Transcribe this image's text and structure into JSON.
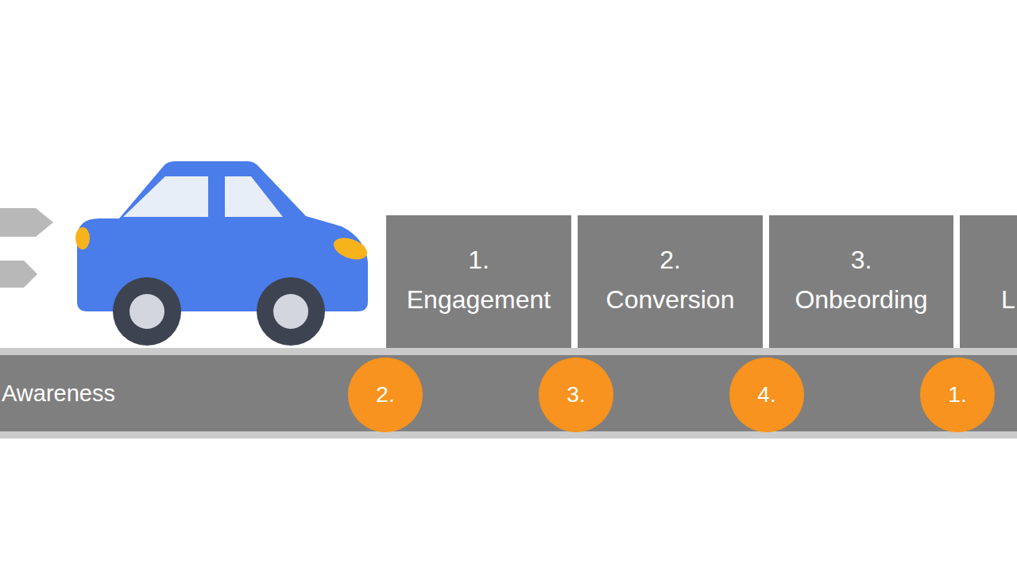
{
  "diagram": {
    "nodes": [
      {
        "text": [
          "1.",
          "Engagement"
        ]
      },
      {
        "text": [
          "2.",
          "Conversion"
        ]
      },
      {
        "text": [
          "3.",
          "Onbeording"
        ]
      },
      {
        "text": [
          "L"
        ]
      },
      {
        "text": [
          "Awareness"
        ]
      },
      {
        "text": [
          "2."
        ],
        "in": 4
      },
      {
        "text": [
          "3."
        ],
        "in": 4
      },
      {
        "text": [
          "4."
        ],
        "in": 4
      },
      {
        "text": [
          "1."
        ],
        "in": 4
      }
    ]
  }
}
